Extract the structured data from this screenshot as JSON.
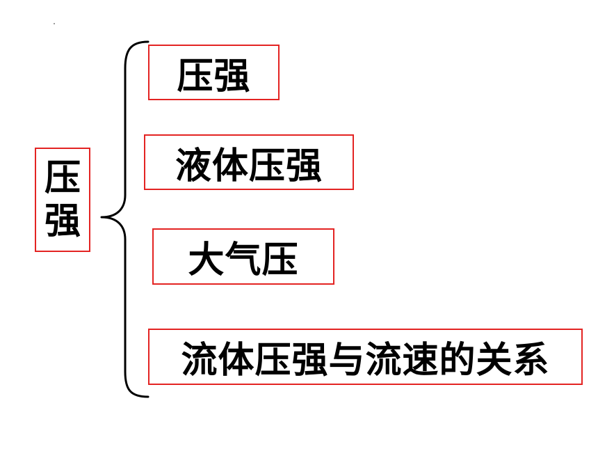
{
  "root": {
    "label": "压强",
    "char1": "压",
    "char2": "强"
  },
  "topics": [
    {
      "label": "压强"
    },
    {
      "label": "液体压强"
    },
    {
      "label": "大气压"
    },
    {
      "label": "流体压强与流速的关系"
    }
  ],
  "colors": {
    "box_border": "#e32322",
    "text": "#000000",
    "brace": "#000000"
  }
}
